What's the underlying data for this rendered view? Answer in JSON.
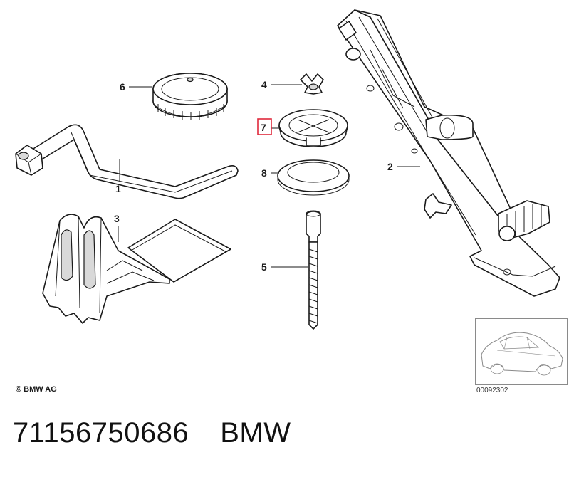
{
  "callouts": {
    "c1": "1",
    "c2": "2",
    "c3": "3",
    "c4": "4",
    "c5": "5",
    "c6": "6",
    "c7": "7",
    "c8": "8"
  },
  "highlight_color": "#e0293c",
  "copyright": "© BMW AG",
  "drawing_number": "00092302",
  "footer": {
    "part_number": "71156750686",
    "brand": "BMW"
  }
}
